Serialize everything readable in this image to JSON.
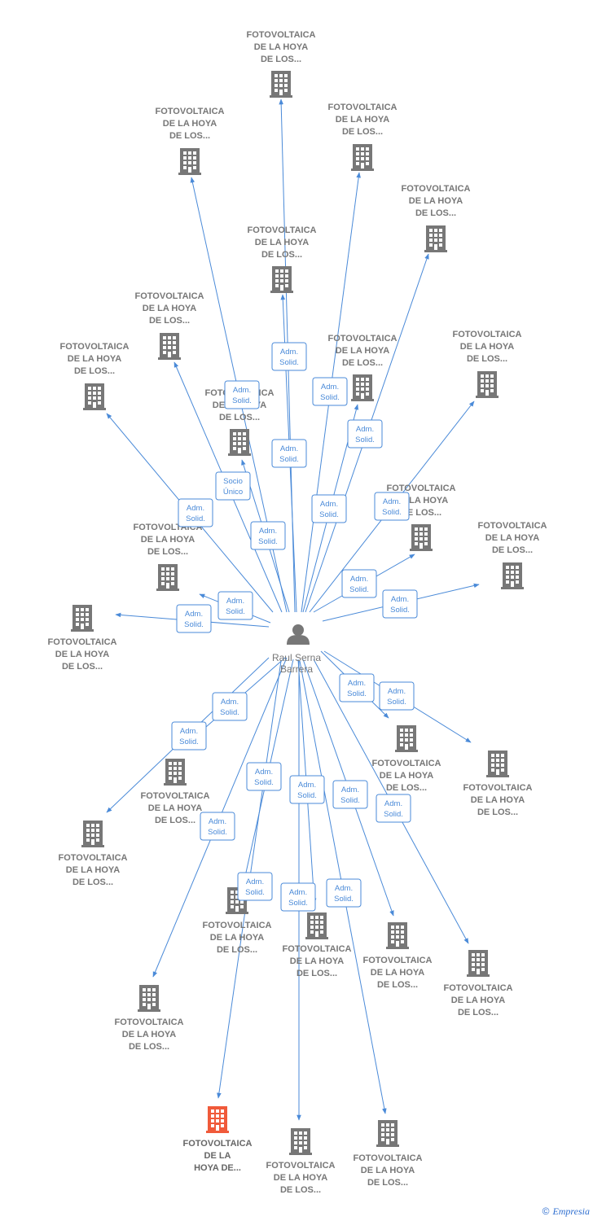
{
  "center": {
    "label_line1": "Raul Serna",
    "label_line2": "Barrera"
  },
  "colors": {
    "edge": "#4a8ad8",
    "building": "#777777",
    "building_highlight": "#f05a3a"
  },
  "footer": {
    "copyright": "©",
    "brand": "Empresia"
  },
  "nodes": [
    {
      "lines": [
        "FOTOVOLTAICA",
        "DE LA HOYA",
        "DE LOS..."
      ]
    },
    {
      "lines": [
        "FOTOVOLTAICA",
        "DE LA HOYA",
        "DE LOS..."
      ]
    },
    {
      "lines": [
        "FOTOVOLTAICA",
        "DE LA HOYA",
        "DE LOS..."
      ]
    },
    {
      "lines": [
        "FOTOVOLTAICA",
        "DE LA HOYA",
        "DE LOS..."
      ]
    },
    {
      "lines": [
        "FOTOVOLTAICA",
        "DE LA HOYA",
        "DE LOS..."
      ]
    },
    {
      "lines": [
        "FOTOVOLTAICA",
        "DE LA HOYA",
        "DE LOS..."
      ]
    },
    {
      "lines": [
        "FOTOVOLTAICA",
        "DE LA HOYA",
        "DE LOS..."
      ]
    },
    {
      "lines": [
        "FOTOVOLTAICA",
        "DE LA HOYA",
        "DE LOS..."
      ]
    },
    {
      "lines": [
        "FOTOVOLTAICA",
        "DE LA HOYA",
        "DE LOS..."
      ]
    },
    {
      "lines": [
        "FOTOVOLTAICA",
        "DE LA HOYA",
        "DE LOS..."
      ]
    },
    {
      "lines": [
        "FOTOVOLTAICA",
        "DE LA HOYA",
        "DE LOS..."
      ]
    },
    {
      "lines": [
        "FOTOVOLTAICA",
        "DE LA HOYA",
        "DE LOS..."
      ]
    },
    {
      "lines": [
        "FOTOVOLTAICA",
        "DE LA HOYA",
        "DE LOS..."
      ]
    },
    {
      "lines": [
        "FOTOVOLTAICA",
        "DE LA HOYA",
        "DE LOS..."
      ]
    },
    {
      "lines": [
        "FOTOVOLTAICA",
        "DE LA HOYA",
        "DE LOS..."
      ]
    },
    {
      "lines": [
        "FOTOVOLTAICA",
        "DE LA HOYA",
        "DE LOS..."
      ]
    },
    {
      "lines": [
        "FOTOVOLTAICA",
        "DE LA HOYA",
        "DE LOS..."
      ]
    },
    {
      "lines": [
        "FOTOVOLTAICA",
        "DE LA HOYA",
        "DE LOS..."
      ]
    },
    {
      "lines": [
        "FOTOVOLTAICA",
        "DE LA HOYA",
        "DE LOS..."
      ]
    },
    {
      "lines": [
        "FOTOVOLTAICA",
        "DE LA HOYA",
        "DE LOS..."
      ]
    },
    {
      "lines": [
        "FOTOVOLTAICA",
        "DE LA HOYA",
        "DE LOS..."
      ]
    },
    {
      "lines": [
        "FOTOVOLTAICA",
        "DE LA HOYA",
        "DE LOS..."
      ]
    },
    {
      "lines": [
        "FOTOVOLTAICA",
        "DE LA HOYA",
        "DE LOS..."
      ]
    },
    {
      "lines": [
        "FOTOVOLTAICA",
        "DE LA HOYA",
        "DE LOS..."
      ]
    },
    {
      "lines": [
        "FOTOVOLTAICA",
        "DE LA",
        "HOYA DE..."
      ],
      "highlight": true
    },
    {
      "lines": [
        "FOTOVOLTAICA",
        "DE LA HOYA",
        "DE LOS..."
      ]
    },
    {
      "lines": [
        "FOTOVOLTAICA",
        "DE LA HOYA",
        "DE LOS..."
      ]
    }
  ],
  "badges": [
    [
      "Adm.",
      "Solid."
    ],
    [
      "Adm.",
      "Solid."
    ],
    [
      "Adm.",
      "Solid."
    ],
    [
      "Adm.",
      "Solid."
    ],
    [
      "Adm.",
      "Solid."
    ],
    [
      "Socio",
      "Único"
    ],
    [
      "Adm.",
      "Solid."
    ],
    [
      "Adm.",
      "Solid."
    ],
    [
      "Adm.",
      "Solid."
    ],
    [
      "Adm.",
      "Solid."
    ],
    [
      "Adm.",
      "Solid."
    ],
    [
      "Adm.",
      "Solid."
    ],
    [
      "Adm.",
      "Solid."
    ],
    [
      "Adm.",
      "Solid."
    ],
    [
      "Adm.",
      "Solid."
    ],
    [
      "Adm.",
      "Solid."
    ],
    [
      "Adm.",
      "Solid."
    ],
    [
      "Adm.",
      "Solid."
    ],
    [
      "Adm.",
      "Solid."
    ],
    [
      "Adm.",
      "Solid."
    ],
    [
      "Adm.",
      "Solid."
    ],
    [
      "Adm.",
      "Solid."
    ],
    [
      "Adm.",
      "Solid."
    ],
    [
      "Adm.",
      "Solid."
    ],
    [
      "Adm.",
      "Solid."
    ],
    [
      "Adm.",
      "Solid."
    ],
    [
      "Adm.",
      "Solid."
    ]
  ]
}
